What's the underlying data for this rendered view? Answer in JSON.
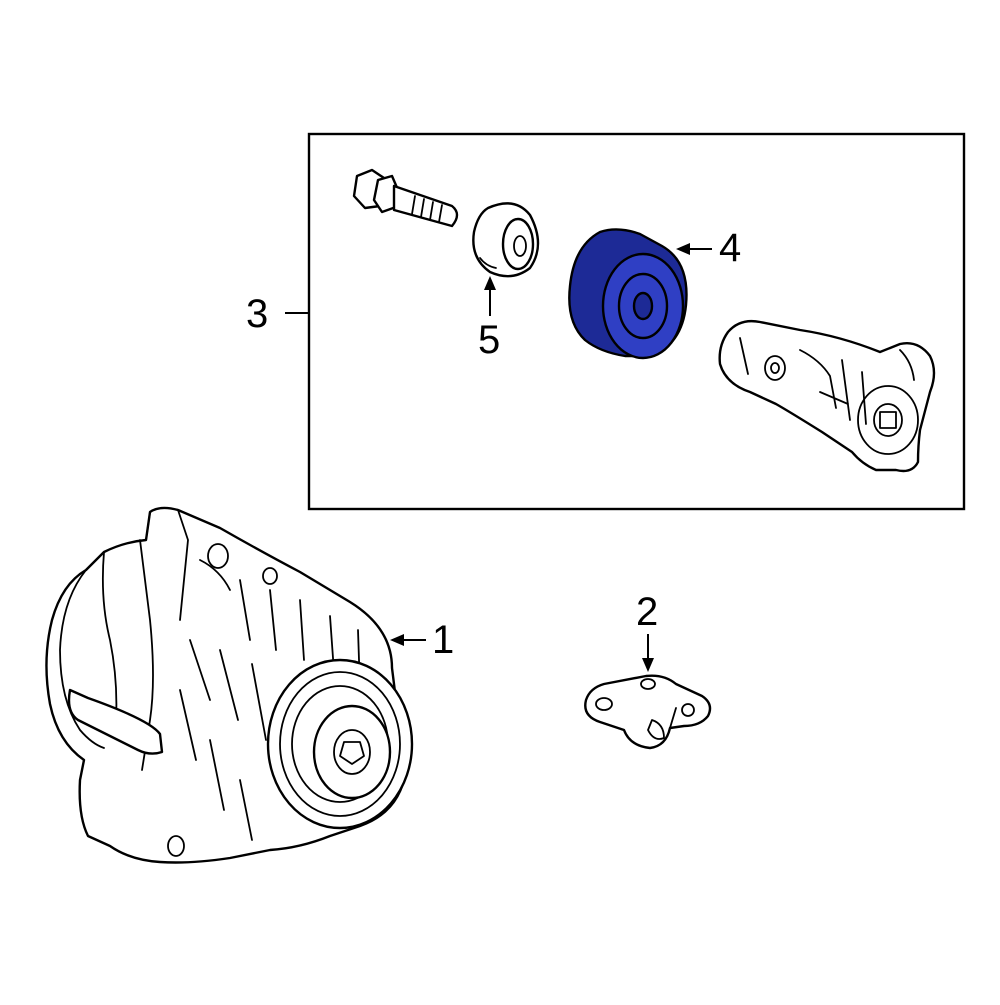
{
  "callouts": {
    "c1": "1",
    "c2": "2",
    "c3": "3",
    "c4": "4",
    "c5": "5"
  },
  "colors": {
    "highlight": "#2f3fc4",
    "highlight_dark": "#1d2a96",
    "line": "#000000",
    "background": "#ffffff"
  },
  "highlighted_part": "4"
}
